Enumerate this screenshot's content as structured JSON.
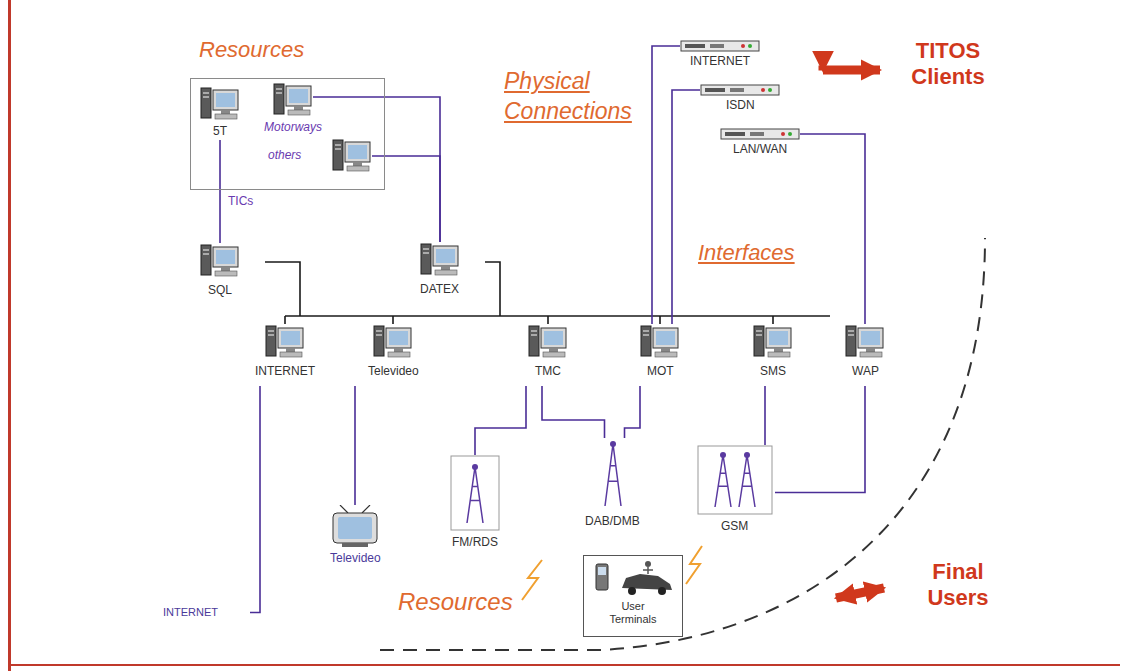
{
  "diagram": {
    "nodes": [
      {
        "text": [
          "Resources"
        ]
      },
      {
        "text": [
          "5T"
        ],
        "in": 0
      },
      {
        "text": [
          "Motorways"
        ],
        "in": 0
      },
      {
        "text": [
          "others"
        ],
        "in": 0
      },
      {
        "text": [
          "Physical Connections"
        ]
      },
      {
        "text": [
          "INTERNET"
        ],
        "in": 4
      },
      {
        "text": [
          "ISDN"
        ],
        "in": 4
      },
      {
        "text": [
          "LAN/WAN"
        ],
        "in": 4
      },
      {
        "text": [
          "TITOS Clients"
        ]
      },
      {
        "text": [
          "Interfaces"
        ]
      },
      {
        "text": [
          "SQL"
        ],
        "in": 9
      },
      {
        "text": [
          "DATEX"
        ],
        "in": 9
      },
      {
        "text": [
          "INTERNET"
        ],
        "in": 9
      },
      {
        "text": [
          "Televideo"
        ],
        "in": 9
      },
      {
        "text": [
          "TMC"
        ],
        "in": 9
      },
      {
        "text": [
          "MOT"
        ],
        "in": 9
      },
      {
        "text": [
          "SMS"
        ],
        "in": 9
      },
      {
        "text": [
          "WAP"
        ],
        "in": 9
      },
      {
        "text": [
          "INTERNET"
        ]
      },
      {
        "text": [
          "Televideo"
        ]
      },
      {
        "text": [
          "FM/RDS"
        ]
      },
      {
        "text": [
          "DAB/DMB"
        ]
      },
      {
        "text": [
          "GSM"
        ]
      },
      {
        "text": [
          "User Terminals"
        ]
      },
      {
        "text": [
          "Final Users"
        ]
      }
    ],
    "edges": [
      {
        "from": 1,
        "to": 10,
        "arrow": "none"
      },
      {
        "from": 2,
        "to": 11,
        "arrow": "none"
      },
      {
        "from": 3,
        "to": 11,
        "arrow": "none"
      },
      {
        "from": 5,
        "to": 15,
        "arrow": "none"
      },
      {
        "from": 6,
        "to": 15,
        "arrow": "none"
      },
      {
        "from": 7,
        "to": 17,
        "arrow": "none"
      },
      {
        "from": 12,
        "to": 18,
        "arrow": "none"
      },
      {
        "from": 13,
        "to": 19,
        "arrow": "none"
      },
      {
        "from": 14,
        "to": 20,
        "arrow": "none"
      },
      {
        "from": 14,
        "to": 21,
        "arrow": "none"
      },
      {
        "from": 15,
        "to": 21,
        "arrow": "none"
      },
      {
        "from": 16,
        "to": 22,
        "arrow": "none"
      },
      {
        "from": 17,
        "to": 22,
        "arrow": "none"
      },
      {
        "from": 4,
        "to": 8,
        "arrow": "both"
      }
    ],
    "labels": [
      "TICs",
      "Resources"
    ]
  }
}
